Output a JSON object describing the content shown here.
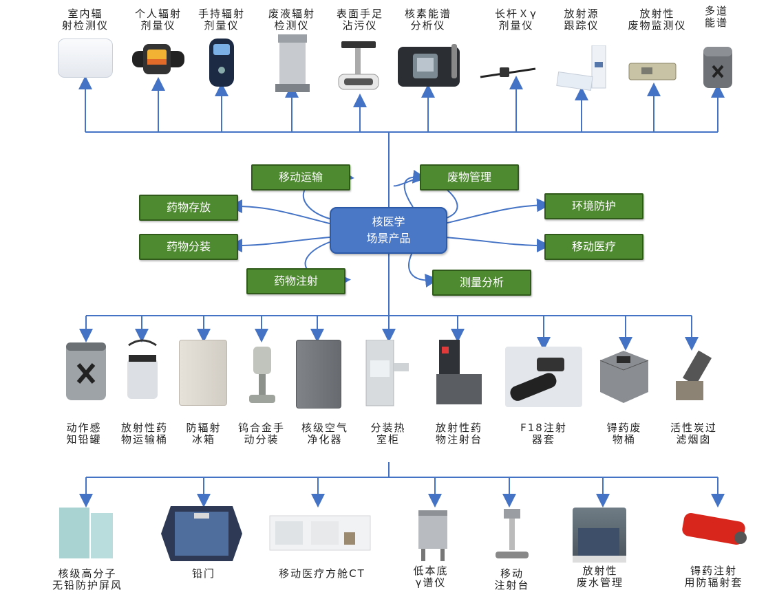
{
  "center": {
    "line1": "核医学",
    "line2": "场景产品"
  },
  "categories": {
    "left": [
      "移动运输",
      "药物存放",
      "药物分装",
      "药物注射"
    ],
    "right": [
      "废物管理",
      "环境防护",
      "移动医疗",
      "测量分析"
    ]
  },
  "top_products": [
    "室内辐\n射检测仪",
    "个人辐射\n剂量仪",
    "手持辐射\n剂量仪",
    "废液辐射\n检测仪",
    "表面手足\n沾污仪",
    "核素能谱\n分析仪",
    "长杆Ｘγ\n剂量仪",
    "放射源\n跟踪仪",
    "放射性\n废物监测仪",
    "多道\n能谱"
  ],
  "middle_products": [
    "动作感\n知铅罐",
    "放射性药\n物运输桶",
    "防辐射\n冰箱",
    "钨合金手\n动分装",
    "核级空气\n净化器",
    "分装热\n室柜",
    "放射性药\n物注射台",
    "F18注射\n器套",
    "锝药废\n物桶",
    "活性炭过\n滤烟囱"
  ],
  "bottom_products": [
    "核级高分子\n无铅防护屏风",
    "铅门",
    "移动医疗方舱CT",
    "低本底\nγ谱仪",
    "移动\n注射台",
    "放射性\n废水管理",
    "锝药注射\n用防辐射套"
  ],
  "colors": {
    "line": "#4472c4",
    "category": "#4e8a2f",
    "center": "#4a78c6"
  }
}
